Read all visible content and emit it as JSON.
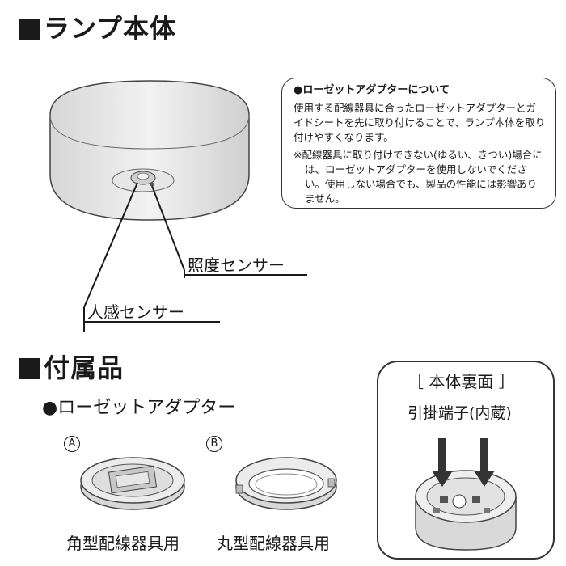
{
  "lamp_section": {
    "title": "ランプ本体"
  },
  "sensors": {
    "light_sensor": "照度センサー",
    "motion_sensor": "人感センサー"
  },
  "note": {
    "title": "●ローゼットアダプターについて",
    "body": "使用する配線器具に合ったローゼットアダプターとガイドシートを先に取り付けることで、ランプ本体を取り付けやすくなります。",
    "warning": "※配線器具に取り付けできない(ゆるい、きつい)場合には、ローゼットアダプターを使用しないでください。使用しない場合でも、製品の性能には影響ありません。"
  },
  "accessories": {
    "title": "付属品",
    "adapter_heading": "●ローゼットアダプター",
    "items": [
      {
        "marker": "A",
        "label": "角型配線器具用"
      },
      {
        "marker": "B",
        "label": "丸型配線器具用"
      }
    ]
  },
  "backside": {
    "title": "［ 本体裏面 ］",
    "subtitle": "引掛端子(内蔵)"
  }
}
